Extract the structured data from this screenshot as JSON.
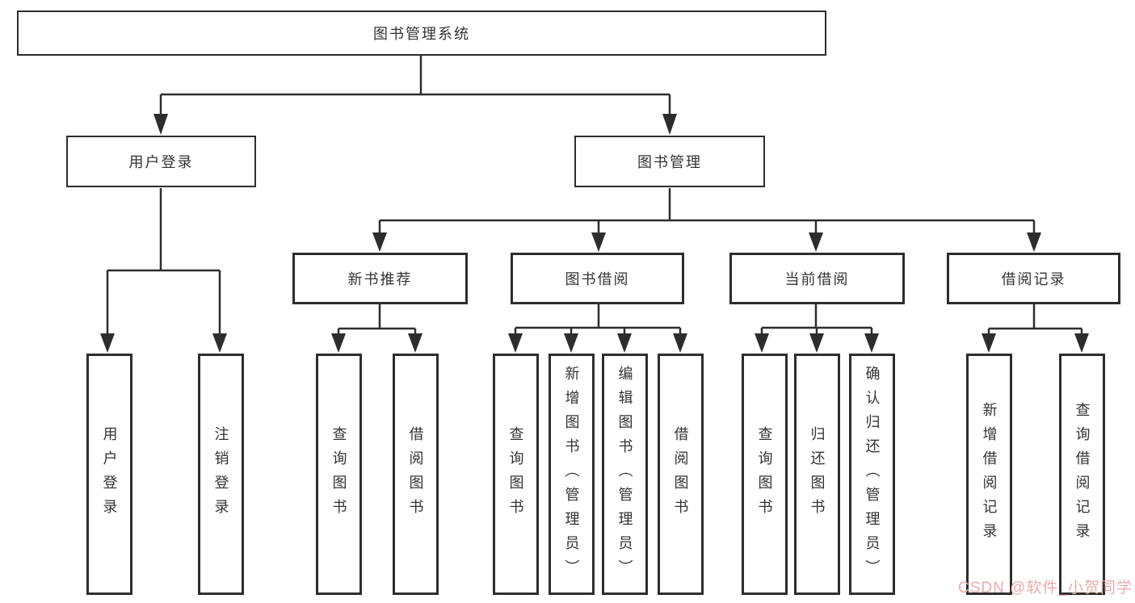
{
  "tree": {
    "label": "图书管理系统",
    "children": [
      {
        "label": "用户登录",
        "children": [
          {
            "label": "用户登录"
          },
          {
            "label": "注销登录"
          }
        ]
      },
      {
        "label": "图书管理",
        "children": [
          {
            "label": "新书推荐",
            "children": [
              {
                "label": "查询图书"
              },
              {
                "label": "借阅图书"
              }
            ]
          },
          {
            "label": "图书借阅",
            "children": [
              {
                "label": "查询图书"
              },
              {
                "label": "新增图书（管理员）"
              },
              {
                "label": "编辑图书（管理员）"
              },
              {
                "label": "借阅图书"
              }
            ]
          },
          {
            "label": "当前借阅",
            "children": [
              {
                "label": "查询图书"
              },
              {
                "label": "归还图书"
              },
              {
                "label": "确认归还（管理员）"
              }
            ]
          },
          {
            "label": "借阅记录",
            "children": [
              {
                "label": "新增借阅记录"
              },
              {
                "label": "查询借阅记录"
              }
            ]
          }
        ]
      }
    ]
  },
  "watermark": {
    "text": "CSDN @软件_小贺同学"
  },
  "colors": {
    "line": "#2d2d2d",
    "text": "#333333",
    "box_background": "#ffffff",
    "watermark": "#ecabab"
  }
}
